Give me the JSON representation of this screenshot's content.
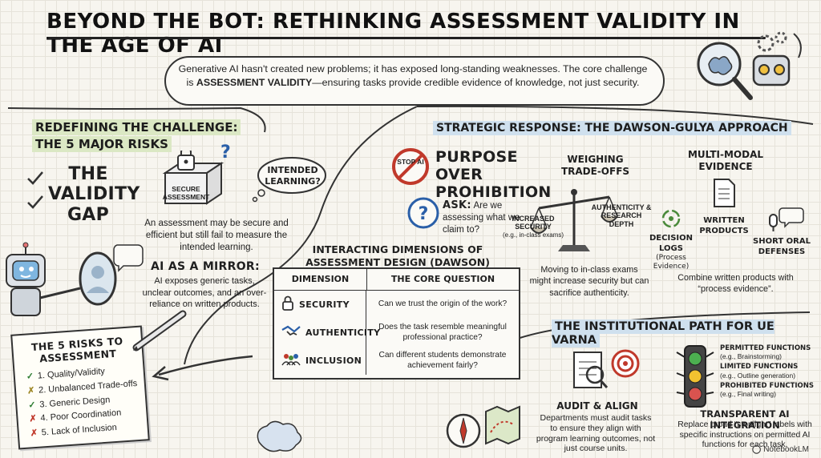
{
  "title": "BEYOND THE BOT: RETHINKING ASSESSMENT VALIDITY IN THE AGE OF AI",
  "intro": {
    "part1": "Generative AI hasn't created new problems; it has exposed long-standing weaknesses. The core challenge is ",
    "bold": "ASSESSMENT VALIDITY",
    "part2": "—ensuring tasks provide credible evidence of knowledge, not just security."
  },
  "left": {
    "heading_line1": "REDEFINING THE CHALLENGE:",
    "heading_line2": "THE 5 MAJOR RISKS",
    "validity_gap": [
      "THE",
      "VALIDITY",
      "GAP"
    ],
    "secure_box_label": "SECURE ASSESSMENT",
    "thought_bubble": "INTENDED LEARNING?",
    "secure_text": "An assessment may be secure and efficient but still fail to measure the intended learning.",
    "mirror_heading": "AI AS A MIRROR:",
    "mirror_text": "AI exposes generic tasks, unclear outcomes, and an over-reliance on written products.",
    "risks_title": "THE 5 RISKS TO ASSESSMENT",
    "risks": [
      {
        "mark": "✓",
        "color": "#2e7d32",
        "label": "1. Quality/Validity"
      },
      {
        "mark": "✗",
        "color": "#a08a2a",
        "label": "2. Unbalanced Trade-offs"
      },
      {
        "mark": "✓",
        "color": "#2e7d32",
        "label": "3. Generic Design"
      },
      {
        "mark": "✗",
        "color": "#c0392b",
        "label": "4. Poor Coordination"
      },
      {
        "mark": "✗",
        "color": "#c0392b",
        "label": "5. Lack of Inclusion"
      }
    ]
  },
  "table": {
    "title_line1": "INTERACTING DIMENSIONS OF",
    "title_line2": "ASSESSMENT DESIGN (DAWSON)",
    "col1": "DIMENSION",
    "col2": "THE CORE QUESTION",
    "rows": [
      {
        "icon": "lock-icon",
        "dimension": "SECURITY",
        "question": "Can we trust the origin of the work?"
      },
      {
        "icon": "handshake-icon",
        "dimension": "AUTHENTICITY",
        "question": "Does the task resemble meaningful professional practice?"
      },
      {
        "icon": "people-icon",
        "dimension": "INCLUSION",
        "question": "Can different students demonstrate achievement fairly?"
      }
    ]
  },
  "strategy": {
    "heading": "STRATEGIC RESPONSE: THE DAWSON-GULYA APPROACH",
    "stop_sign": "STOP AI",
    "purpose": "PURPOSE OVER PROHIBITION",
    "ask_label": "ASK:",
    "ask_text": "Are we assessing what we claim to?",
    "tradeoffs_heading": "WEIGHING TRADE-OFFS",
    "scale_left": "INCREASED SECURITY",
    "scale_left_sub": "(e.g., in-class exams)",
    "scale_right": "AUTHENTICITY & RESEARCH DEPTH",
    "tradeoffs_text": "Moving to in-class exams might increase security but can sacrifice authenticity.",
    "multimodal_heading": "MULTI-MODAL EVIDENCE",
    "written": "WRITTEN PRODUCTS",
    "logs": "DECISION LOGS",
    "logs_sub": "(Process Evidence)",
    "oral": "SHORT ORAL DEFENSES",
    "multimodal_text": "Combine written products with “process evidence”."
  },
  "institution": {
    "heading": "THE INSTITUTIONAL PATH FOR UE VARNA",
    "audit_heading": "AUDIT & ALIGN",
    "audit_text": "Departments must audit tasks to ensure they align with program learning outcomes, not just course units.",
    "lights": [
      {
        "label": "PERMITTED FUNCTIONS",
        "sub": "(e.g., Brainstorming)",
        "color": "#4caf50"
      },
      {
        "label": "LIMITED FUNCTIONS",
        "sub": "(e.g., Outline generation)",
        "color": "#f2c230"
      },
      {
        "label": "PROHIBITED FUNCTIONS",
        "sub": "(e.g., Final writing)",
        "color": "#d9534f"
      }
    ],
    "transparent_heading": "TRANSPARENT AI INTEGRATION",
    "transparent_text": "Replace broad “stoplight” labels with specific instructions on permitted AI functions for each task."
  },
  "brand": "NotebookLM"
}
